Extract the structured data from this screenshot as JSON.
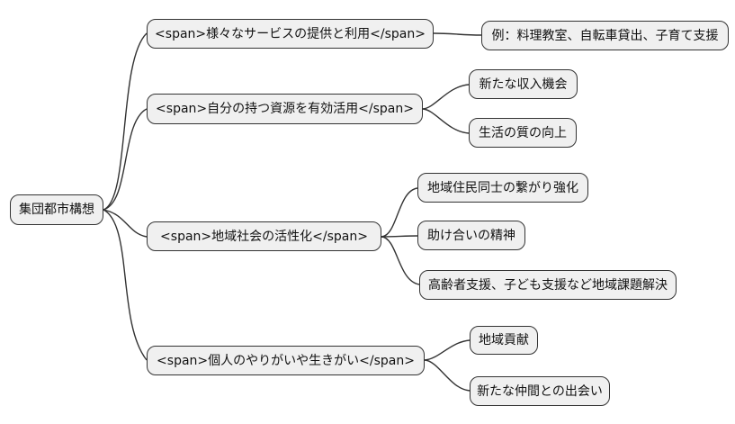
{
  "diagram": {
    "type": "mindmap",
    "root": {
      "label": "集団都市構想"
    },
    "branches": [
      {
        "label": "<span>様々なサービスの提供と利用</span>",
        "children": [
          "例：料理教室、自転車貸出、子育て支援"
        ]
      },
      {
        "label": "<span>自分の持つ資源を有効活用</span>",
        "children": [
          "新たな収入機会",
          "生活の質の向上"
        ]
      },
      {
        "label": "<span>地域社会の活性化</span>",
        "children": [
          "地域住民同士の繋がり強化",
          "助け合いの精神",
          "高齢者支援、子ども支援など地域課題解決"
        ]
      },
      {
        "label": "<span>個人のやりがいや生きがい</span>",
        "children": [
          "地域貢献",
          "新たな仲間との出会い"
        ]
      }
    ],
    "colors": {
      "background": "#ffffff",
      "node_fill": "#f0f0f0",
      "node_border": "#333333",
      "line": "#333333",
      "text": "#111111"
    }
  }
}
